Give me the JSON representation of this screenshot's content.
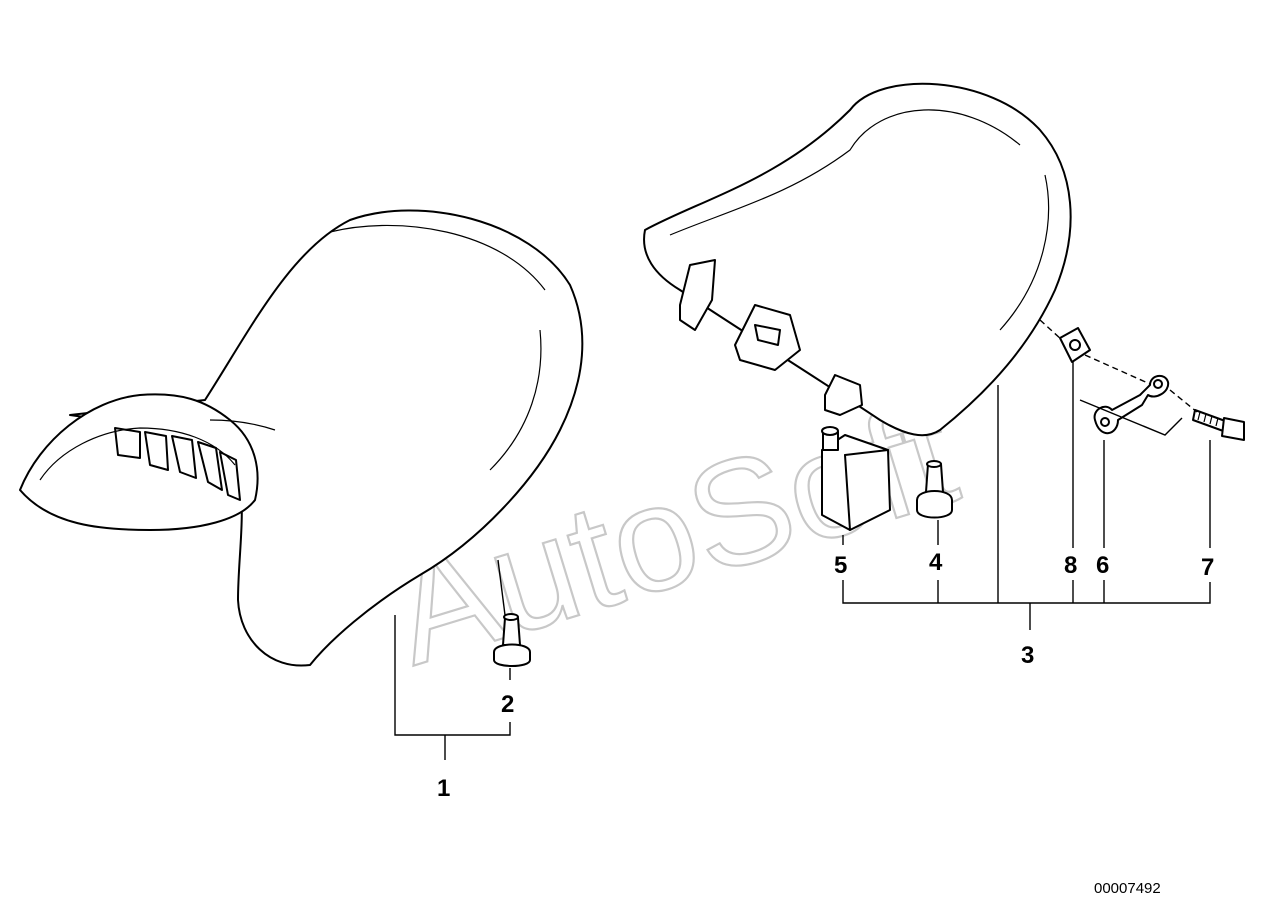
{
  "watermark": "AutoSoft",
  "drawing_number": "00007492",
  "callouts": [
    {
      "id": "1",
      "label": "1"
    },
    {
      "id": "2",
      "label": "2"
    },
    {
      "id": "3",
      "label": "3"
    },
    {
      "id": "4",
      "label": "4"
    },
    {
      "id": "5",
      "label": "5"
    },
    {
      "id": "6",
      "label": "6"
    },
    {
      "id": "7",
      "label": "7"
    },
    {
      "id": "8",
      "label": "8"
    }
  ],
  "colors": {
    "line": "#000000",
    "watermark": "#c8c8c8",
    "background": "#ffffff"
  }
}
